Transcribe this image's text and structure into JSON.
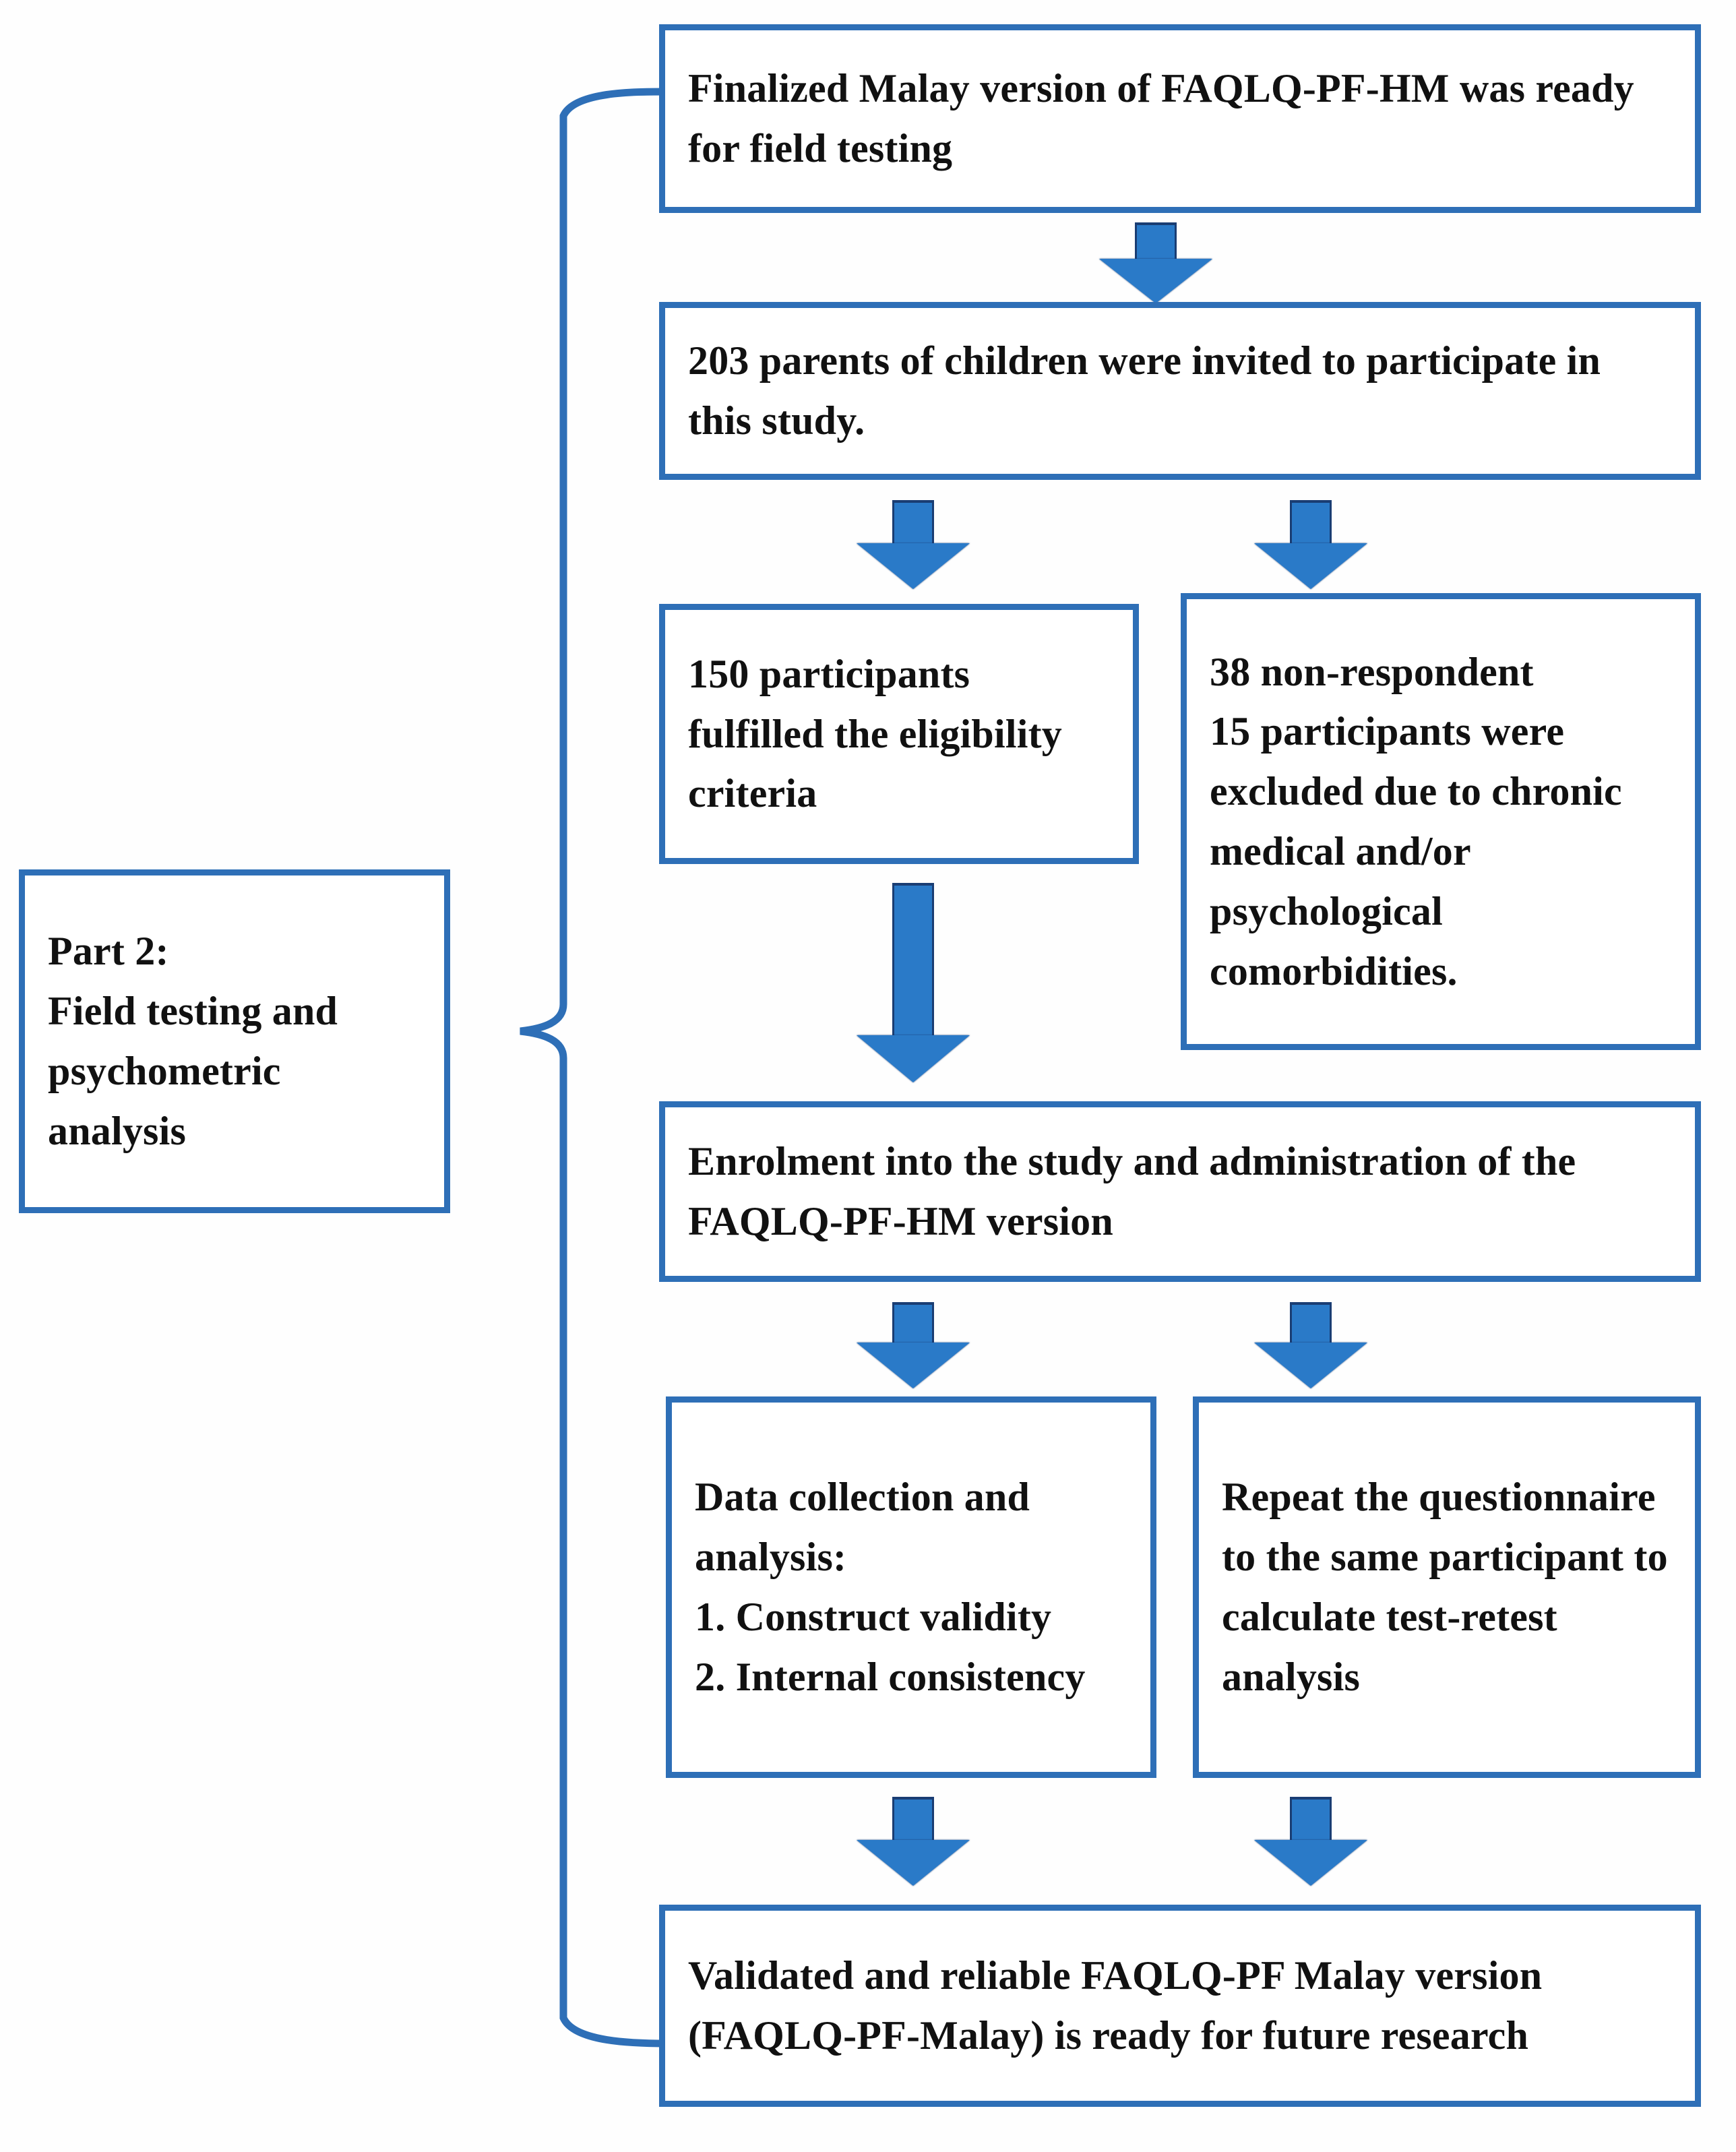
{
  "diagram": {
    "title": "Part 2 field testing and psychometric analysis flowchart",
    "accent_color": "#2E6FB7",
    "arrow_color": "#2A7AC8",
    "arrow_outline_color": "#1A3D73",
    "text_color": "#111111",
    "background_color": "#FFFFFF"
  },
  "nodes": {
    "phase_label": "Part 2:\nField testing and psychometric analysis",
    "finalized_version": "Finalized Malay version of FAQLQ-PF-HM was ready for field testing",
    "invited_parents": "203 parents of children were invited to participate in this study.",
    "eligible_participants": "150 participants fulfilled the eligibility criteria",
    "excluded_participants": "38 non-respondent\n15 participants were excluded due to chronic medical and/or psychological comorbidities.",
    "enrolment": "Enrolment into the study and administration of the FAQLQ-PF-HM version",
    "data_collection": "Data collection and analysis:\n1. Construct validity\n2. Internal consistency",
    "test_retest": "Repeat the questionnaire to the same participant to calculate test-retest analysis",
    "validated_outcome": "Validated and reliable FAQLQ-PF Malay version (FAQLQ-PF-Malay) is ready for future research"
  },
  "arrows": {
    "a1_label": "finalized-to-invited",
    "a2_label": "invited-to-eligible",
    "a3_label": "invited-to-excluded",
    "a4_label": "eligible-to-enrolment",
    "a5_label": "enrolment-to-data-collection",
    "a6_label": "enrolment-to-test-retest",
    "a7_label": "data-collection-to-validated",
    "a8_label": "test-retest-to-validated"
  },
  "connector": {
    "brace_label": "part-2-grouping-brace"
  }
}
